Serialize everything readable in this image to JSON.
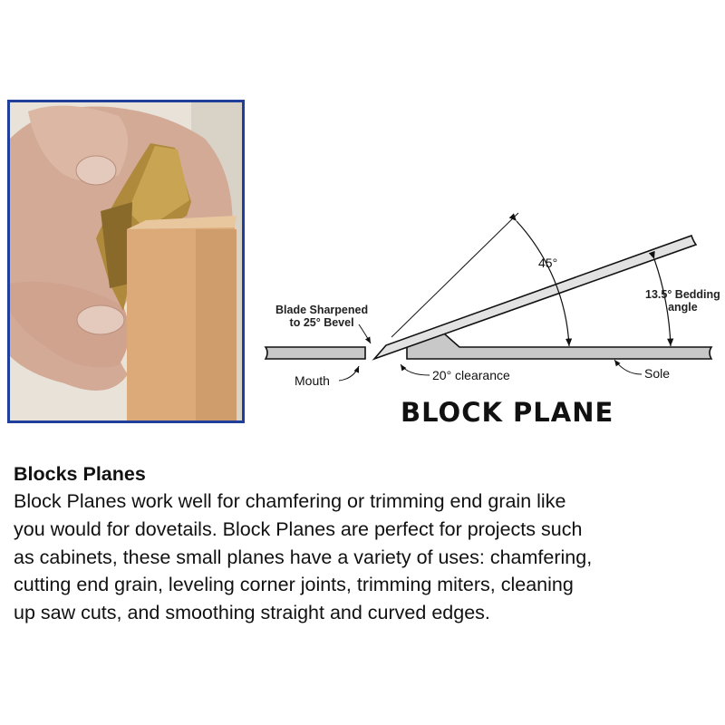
{
  "diagram": {
    "title": "BLOCK PLANE",
    "labels": {
      "blade_line1": "Blade Sharpened",
      "blade_line2": "to 25° Bevel",
      "angle_45": "45°",
      "bedding_line1": "13.5° Bedding",
      "bedding_line2": "angle",
      "mouth": "Mouth",
      "clearance": "20° clearance",
      "sole": "Sole"
    }
  },
  "photo": {
    "border_color": "#1f3f9a"
  },
  "description": {
    "heading": "Blocks Planes",
    "lines": [
      "Block Planes work well for chamfering or trimming end grain like",
      "you would for dovetails. Block Planes are perfect for projects such",
      "as cabinets, these small planes have a variety of uses: chamfering,",
      "cutting end grain, leveling corner joints, trimming miters, cleaning",
      "up saw cuts, and smoothing straight and curved edges."
    ]
  }
}
